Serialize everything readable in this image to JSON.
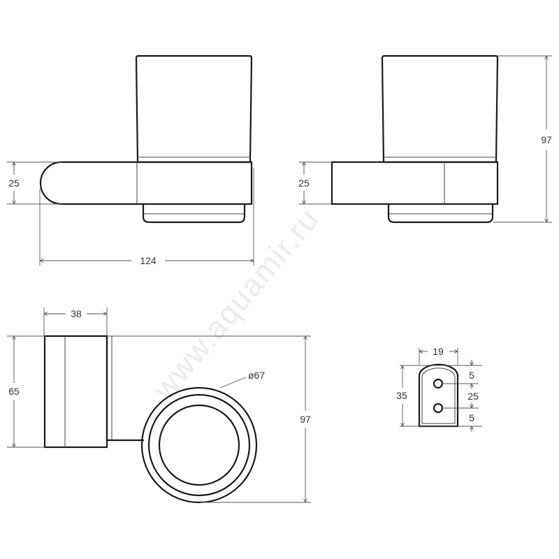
{
  "watermark": "www.aquamir.ru",
  "front_view": {
    "height_dim": "25",
    "width_dim": "124"
  },
  "side_view": {
    "height_dim": "25",
    "total_height_dim": "97"
  },
  "top_view": {
    "plate_width_dim": "38",
    "plate_height_dim": "65",
    "depth_dim": "97",
    "diameter_dim": "ø67"
  },
  "mount_view": {
    "width_dim": "19",
    "height_dim": "35",
    "top_offset_dim": "5",
    "hole_spacing_dim": "25",
    "bottom_offset_dim": "5"
  }
}
